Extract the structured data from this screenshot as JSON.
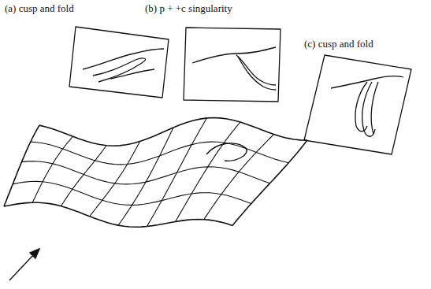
{
  "diagram": {
    "labels": [
      "(a) cusp and fold",
      "(b) p + +c singularity",
      "(c) cusp and fold"
    ]
  }
}
